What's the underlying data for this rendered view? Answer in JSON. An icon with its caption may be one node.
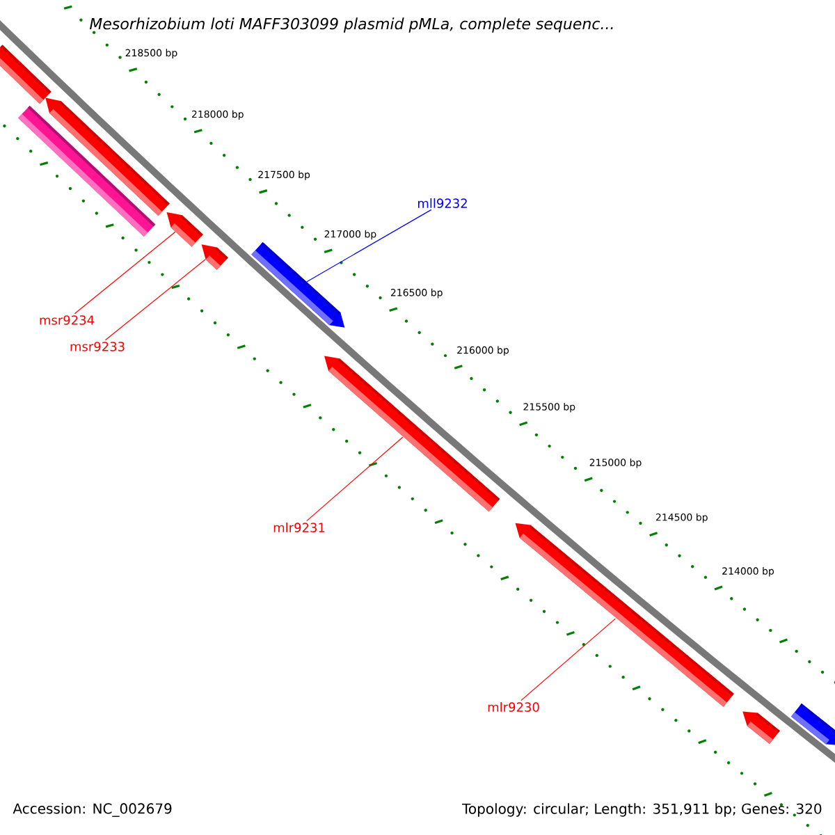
{
  "diagram": {
    "title": "Mesorhizobium loti MAFF303099 plasmid pMLa, complete sequenc...",
    "nodes": [
      {
        "text": [],
        "shape": "arrow"
      },
      {
        "text": [],
        "shape": "arrow"
      },
      {
        "text": [],
        "shape": "bar"
      },
      {
        "text": [],
        "shape": "arrow"
      },
      {
        "text": [],
        "shape": "arrow"
      },
      {
        "text": [],
        "shape": "arrow"
      },
      {
        "text": [],
        "shape": "arrow"
      },
      {
        "text": [],
        "shape": "arrow"
      },
      {
        "text": [],
        "shape": "arrow"
      },
      {
        "text": [],
        "shape": "arrow"
      },
      {
        "text": [
          "msr9234"
        ]
      },
      {
        "text": [
          "msr9233"
        ]
      },
      {
        "text": [
          "mll9232"
        ]
      },
      {
        "text": [
          "mlr9231"
        ]
      },
      {
        "text": [
          "mlr9230"
        ]
      }
    ],
    "edges": [
      {
        "from": 10,
        "to": 3,
        "arrow": "none"
      },
      {
        "from": 11,
        "to": 4,
        "arrow": "none"
      },
      {
        "from": 12,
        "to": 5,
        "arrow": "none",
        "color": "#0000ff"
      },
      {
        "from": 13,
        "to": 6,
        "arrow": "none"
      },
      {
        "from": 14,
        "to": 7,
        "arrow": "none"
      }
    ],
    "labels": [
      "218500 bp",
      "218000 bp",
      "217500 bp",
      "217000 bp",
      "216500 bp",
      "216000 bp",
      "215500 bp",
      "215000 bp",
      "214500 bp",
      "214000 bp",
      "Accession: NC_002679",
      "Topology: circular; Length: 351,911 bp; Genes: 320"
    ]
  }
}
